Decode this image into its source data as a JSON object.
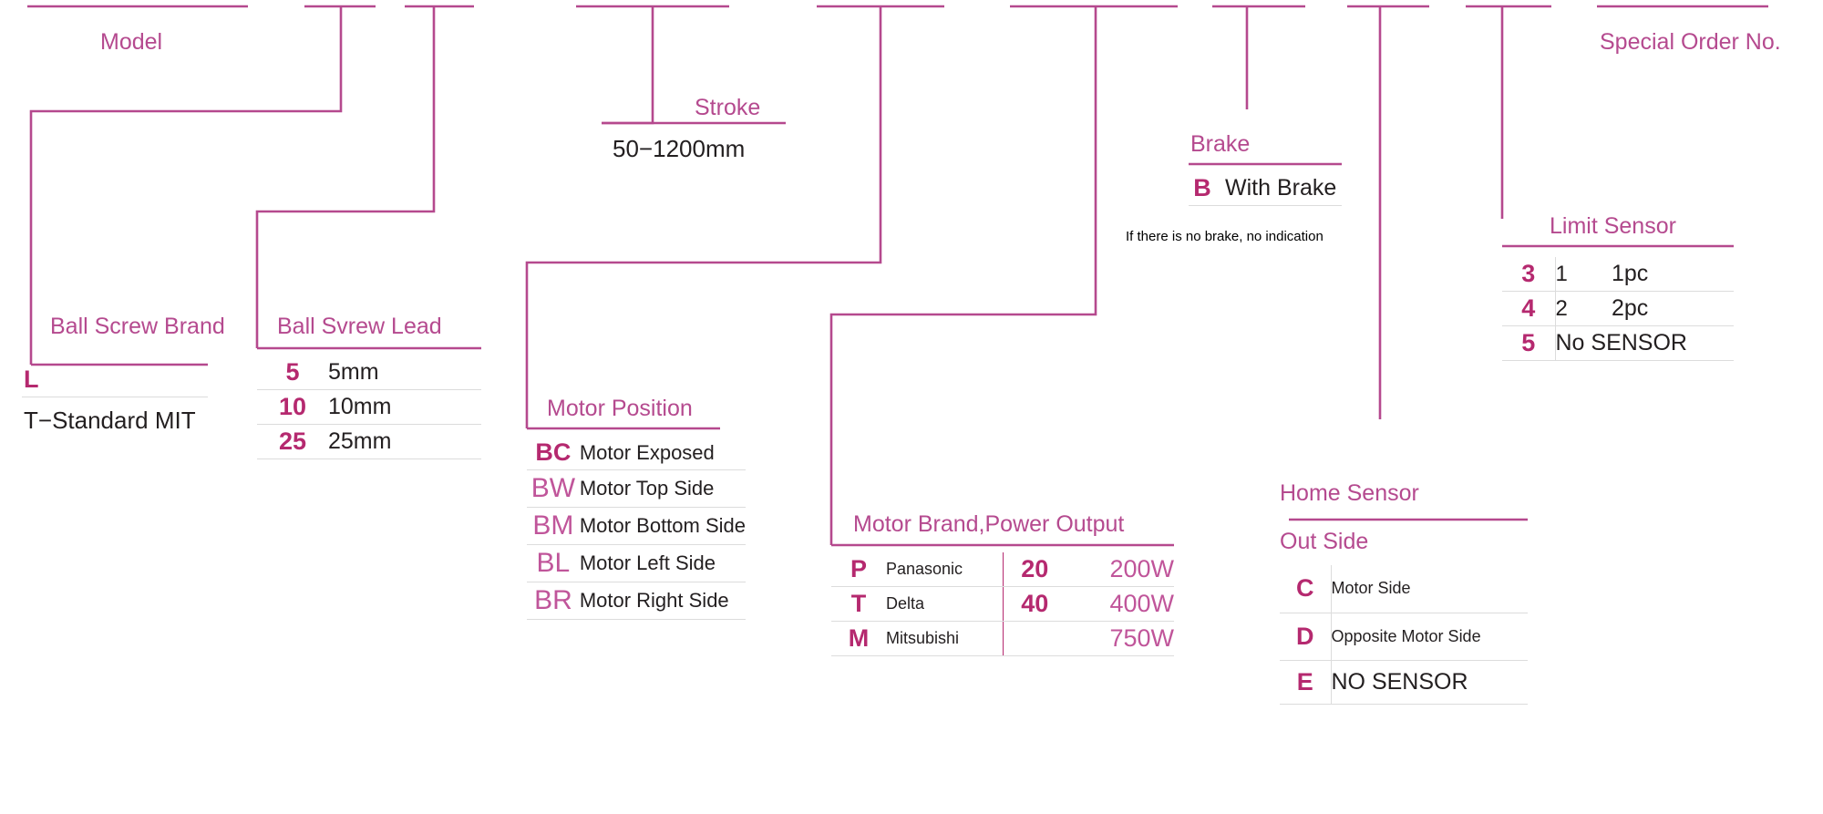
{
  "diagram": {
    "title": "Model code configurator",
    "accent": "#b5296f",
    "accent_light": "#c0559a",
    "text": "#231f20",
    "rule": "#dcdcdc"
  },
  "model": {
    "label": "Model"
  },
  "special_order": {
    "label": "Special Order No."
  },
  "ball_screw_brand": {
    "label": "Ball Screw Brand",
    "code": "L",
    "value": "T−Standard MIT"
  },
  "ball_screw_lead": {
    "label": "Ball Svrew Lead",
    "rows": [
      {
        "code": "5",
        "desc": "5mm"
      },
      {
        "code": "10",
        "desc": "10mm"
      },
      {
        "code": "25",
        "desc": "25mm"
      }
    ]
  },
  "stroke": {
    "label": "Stroke",
    "value": "50−1200mm"
  },
  "motor_position": {
    "label": "Motor Position",
    "rows": [
      {
        "code": "BC",
        "desc": "Motor Exposed"
      },
      {
        "code": "BW",
        "desc": "Motor Top Side"
      },
      {
        "code": "BM",
        "desc": "Motor Bottom Side"
      },
      {
        "code": "BL",
        "desc": "Motor Left Side"
      },
      {
        "code": "BR",
        "desc": "Motor Right Side"
      }
    ]
  },
  "motor_brand_power": {
    "label": "Motor Brand,Power Output",
    "rows": [
      {
        "code": "P",
        "desc": "Panasonic",
        "pcode": "20",
        "power": "200W"
      },
      {
        "code": "T",
        "desc": "Delta",
        "pcode": "40",
        "power": "400W"
      },
      {
        "code": "M",
        "desc": "Mitsubishi",
        "pcode": "",
        "power": "750W"
      }
    ]
  },
  "brake": {
    "label": "Brake",
    "rows": [
      {
        "code": "B",
        "desc": "With Brake"
      }
    ],
    "note": "If there is no brake, no indication"
  },
  "home_sensor": {
    "label": "Home Sensor",
    "sub_label": "Out Side",
    "rows": [
      {
        "code": "C",
        "desc": "Motor Side",
        "size": "sm"
      },
      {
        "code": "D",
        "desc": "Opposite Motor Side",
        "size": "sm"
      },
      {
        "code": "E",
        "desc": "NO SENSOR",
        "size": "lg"
      }
    ]
  },
  "limit_sensor": {
    "label": "Limit Sensor",
    "rows": [
      {
        "code": "3",
        "qty": "1",
        "desc": "1pc"
      },
      {
        "code": "4",
        "qty": "2",
        "desc": "2pc"
      },
      {
        "code": "5",
        "qty": "",
        "desc": "No SENSOR"
      }
    ]
  }
}
